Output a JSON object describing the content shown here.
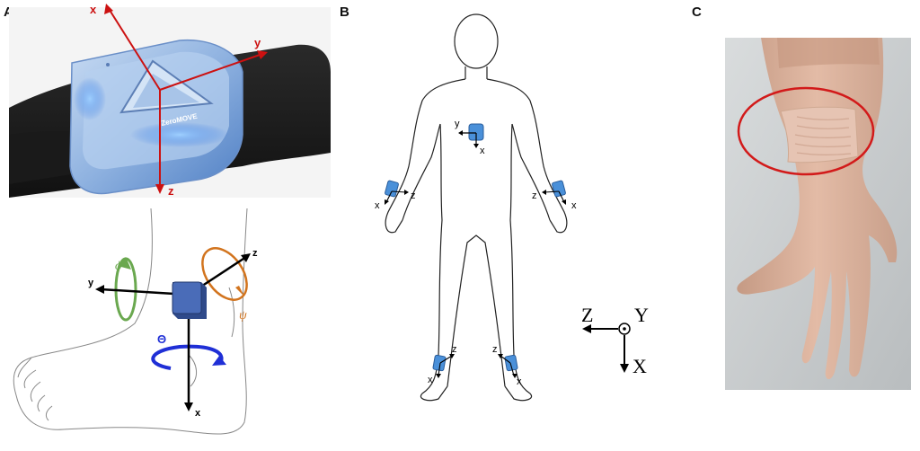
{
  "panels": {
    "a": "A",
    "b": "B",
    "c": "C"
  },
  "device": {
    "brand_text": "ZeroMOVE",
    "axes": {
      "x": "x",
      "y": "y",
      "z": "z"
    },
    "accent_color": "#cc1111"
  },
  "ankle": {
    "axes": {
      "x": "x",
      "y": "y",
      "z": "z"
    },
    "rotations": {
      "phi": "ϕ",
      "theta": "Θ",
      "psi": "ψ"
    },
    "colors": {
      "phi": "#6aa84f",
      "theta": "#1f2fd6",
      "psi": "#d2741e",
      "sensor": "#3f5fa8"
    }
  },
  "body": {
    "sensors": [
      {
        "id": "chest",
        "labels": [
          "y",
          "x"
        ]
      },
      {
        "id": "right-wrist",
        "labels": [
          "z",
          "x"
        ]
      },
      {
        "id": "left-wrist",
        "labels": [
          "z",
          "x"
        ]
      },
      {
        "id": "right-ankle",
        "labels": [
          "z",
          "x"
        ]
      },
      {
        "id": "left-ankle",
        "labels": [
          "z",
          "x"
        ]
      }
    ],
    "sensor_color": "#4a90d9",
    "reference": {
      "z": "Z",
      "y": "Y",
      "x": "X"
    }
  },
  "photo": {
    "highlight_color": "#d21a1a"
  }
}
